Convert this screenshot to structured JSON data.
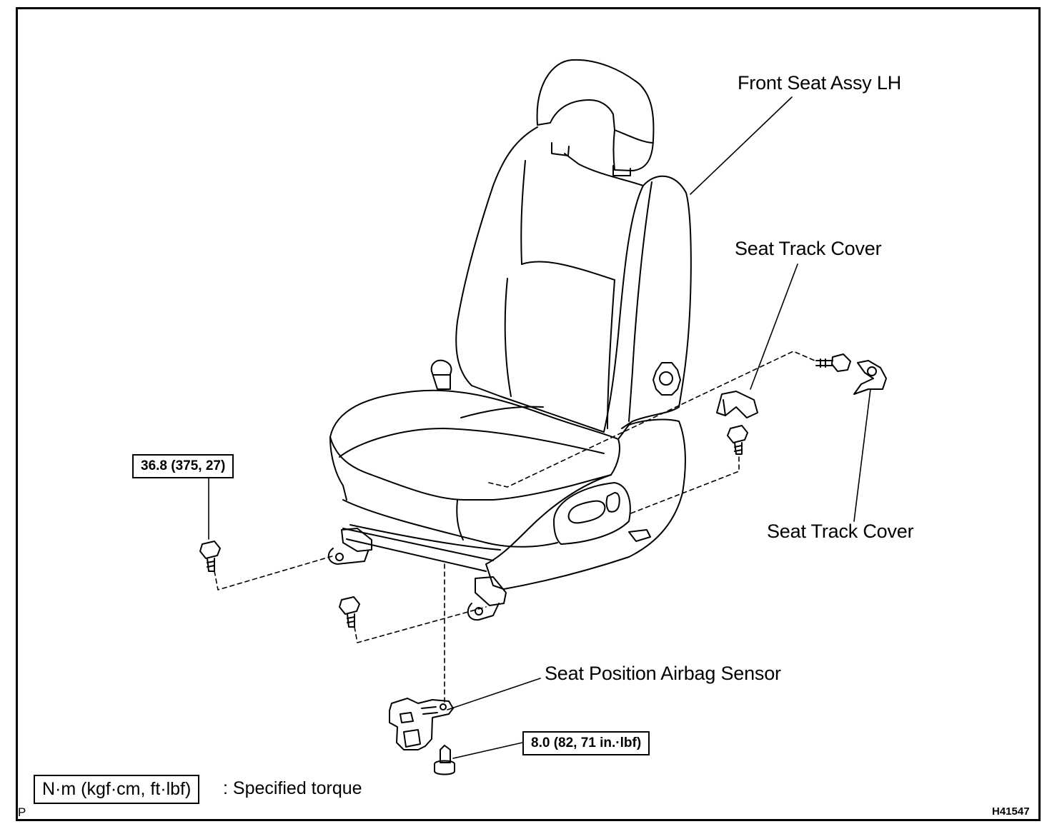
{
  "labels": {
    "front_seat": "Front Seat Assy LH",
    "seat_track_cover_upper": "Seat Track Cover",
    "seat_track_cover_lower": "Seat Track Cover",
    "airbag_sensor": "Seat Position Airbag Sensor"
  },
  "torque": {
    "seat_bolt": "36.8 (375, 27)",
    "sensor_bolt": "8.0 (82, 71 in.·lbf)"
  },
  "legend": {
    "unit_box": "N·m (kgf·cm, ft·lbf)",
    "unit_text": ": Specified torque"
  },
  "corner_mark": "P",
  "figure_code": "H41547"
}
